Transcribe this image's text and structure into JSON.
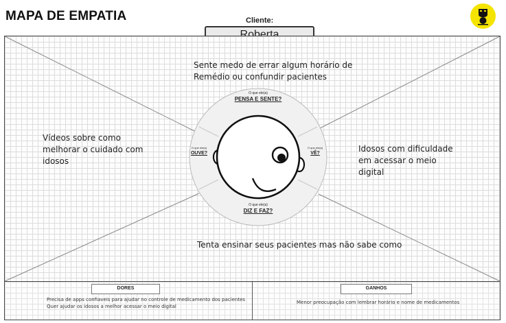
{
  "header": {
    "title": "MAPA DE EMPATIA",
    "client_label": "Cliente:",
    "client_name": "Roberta"
  },
  "center": {
    "pensa": {
      "small": "O que ele(a)",
      "big": "PENSA E SENTE?"
    },
    "ouve": {
      "small": "O que ele(a)",
      "big": "OUVE?"
    },
    "ve": {
      "small": "O que ele(a)",
      "big": "VÊ?"
    },
    "diz": {
      "small": "O que ele(a)",
      "big": "DIZ E FAZ?"
    }
  },
  "notes": {
    "top": [
      "Sente medo de errar algum horário de",
      "Remédio ou confundir pacientes"
    ],
    "left": [
      "Vídeos sobre como",
      "melhorar o cuidado com",
      "idosos"
    ],
    "right": [
      "Idosos com dificuldade",
      "em acessar o meio",
      "digital"
    ],
    "bottom": [
      "Tenta ensinar seus pacientes mas não sabe como"
    ]
  },
  "dores": {
    "title": "DORES",
    "lines": [
      "Precisa de apps confiaveis para ajudar no controle de medicamento dos pacientes",
      "Quer ajudar os idosos a melhor acessar o meio digital"
    ]
  },
  "ganhos": {
    "title": "GANHOS",
    "lines": [
      "Menor preocupação com lembrar horário e nome de medicamentos"
    ]
  },
  "colors": {
    "logo": "#f4e400",
    "grid": "#dcdcdc",
    "border": "#444444"
  }
}
